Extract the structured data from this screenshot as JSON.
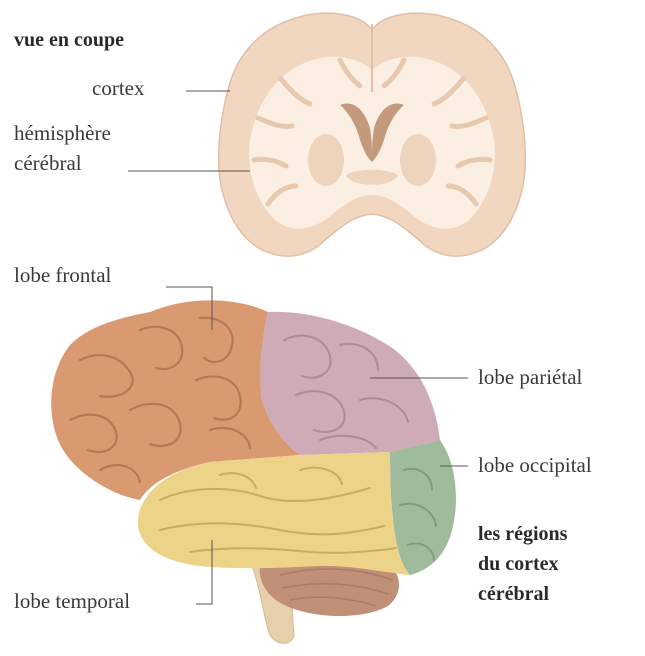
{
  "section_cross": {
    "title": "vue en coupe"
  },
  "labels": {
    "cortex": "cortex",
    "hemisphere_line1": "hémisphère",
    "hemisphere_line2": "cérébral",
    "frontal": "lobe frontal",
    "parietal": "lobe pariétal",
    "occipital": "lobe occipital",
    "temporal": "lobe temporal"
  },
  "caption": {
    "line1": "les régions",
    "line2": "du cortex",
    "line3": "cérébral"
  },
  "colors": {
    "cortex": "#f1d6c0",
    "white_matter": "#fbeee3",
    "ventricle": "#c49a7c",
    "frontal": "#d99a72",
    "parietal": "#cfaab7",
    "occipital": "#9fbb9c",
    "temporal": "#ecd388",
    "cerebellum": "#bf8f78",
    "brainstem": "#e6d0ab",
    "leader_line": "#555555"
  }
}
